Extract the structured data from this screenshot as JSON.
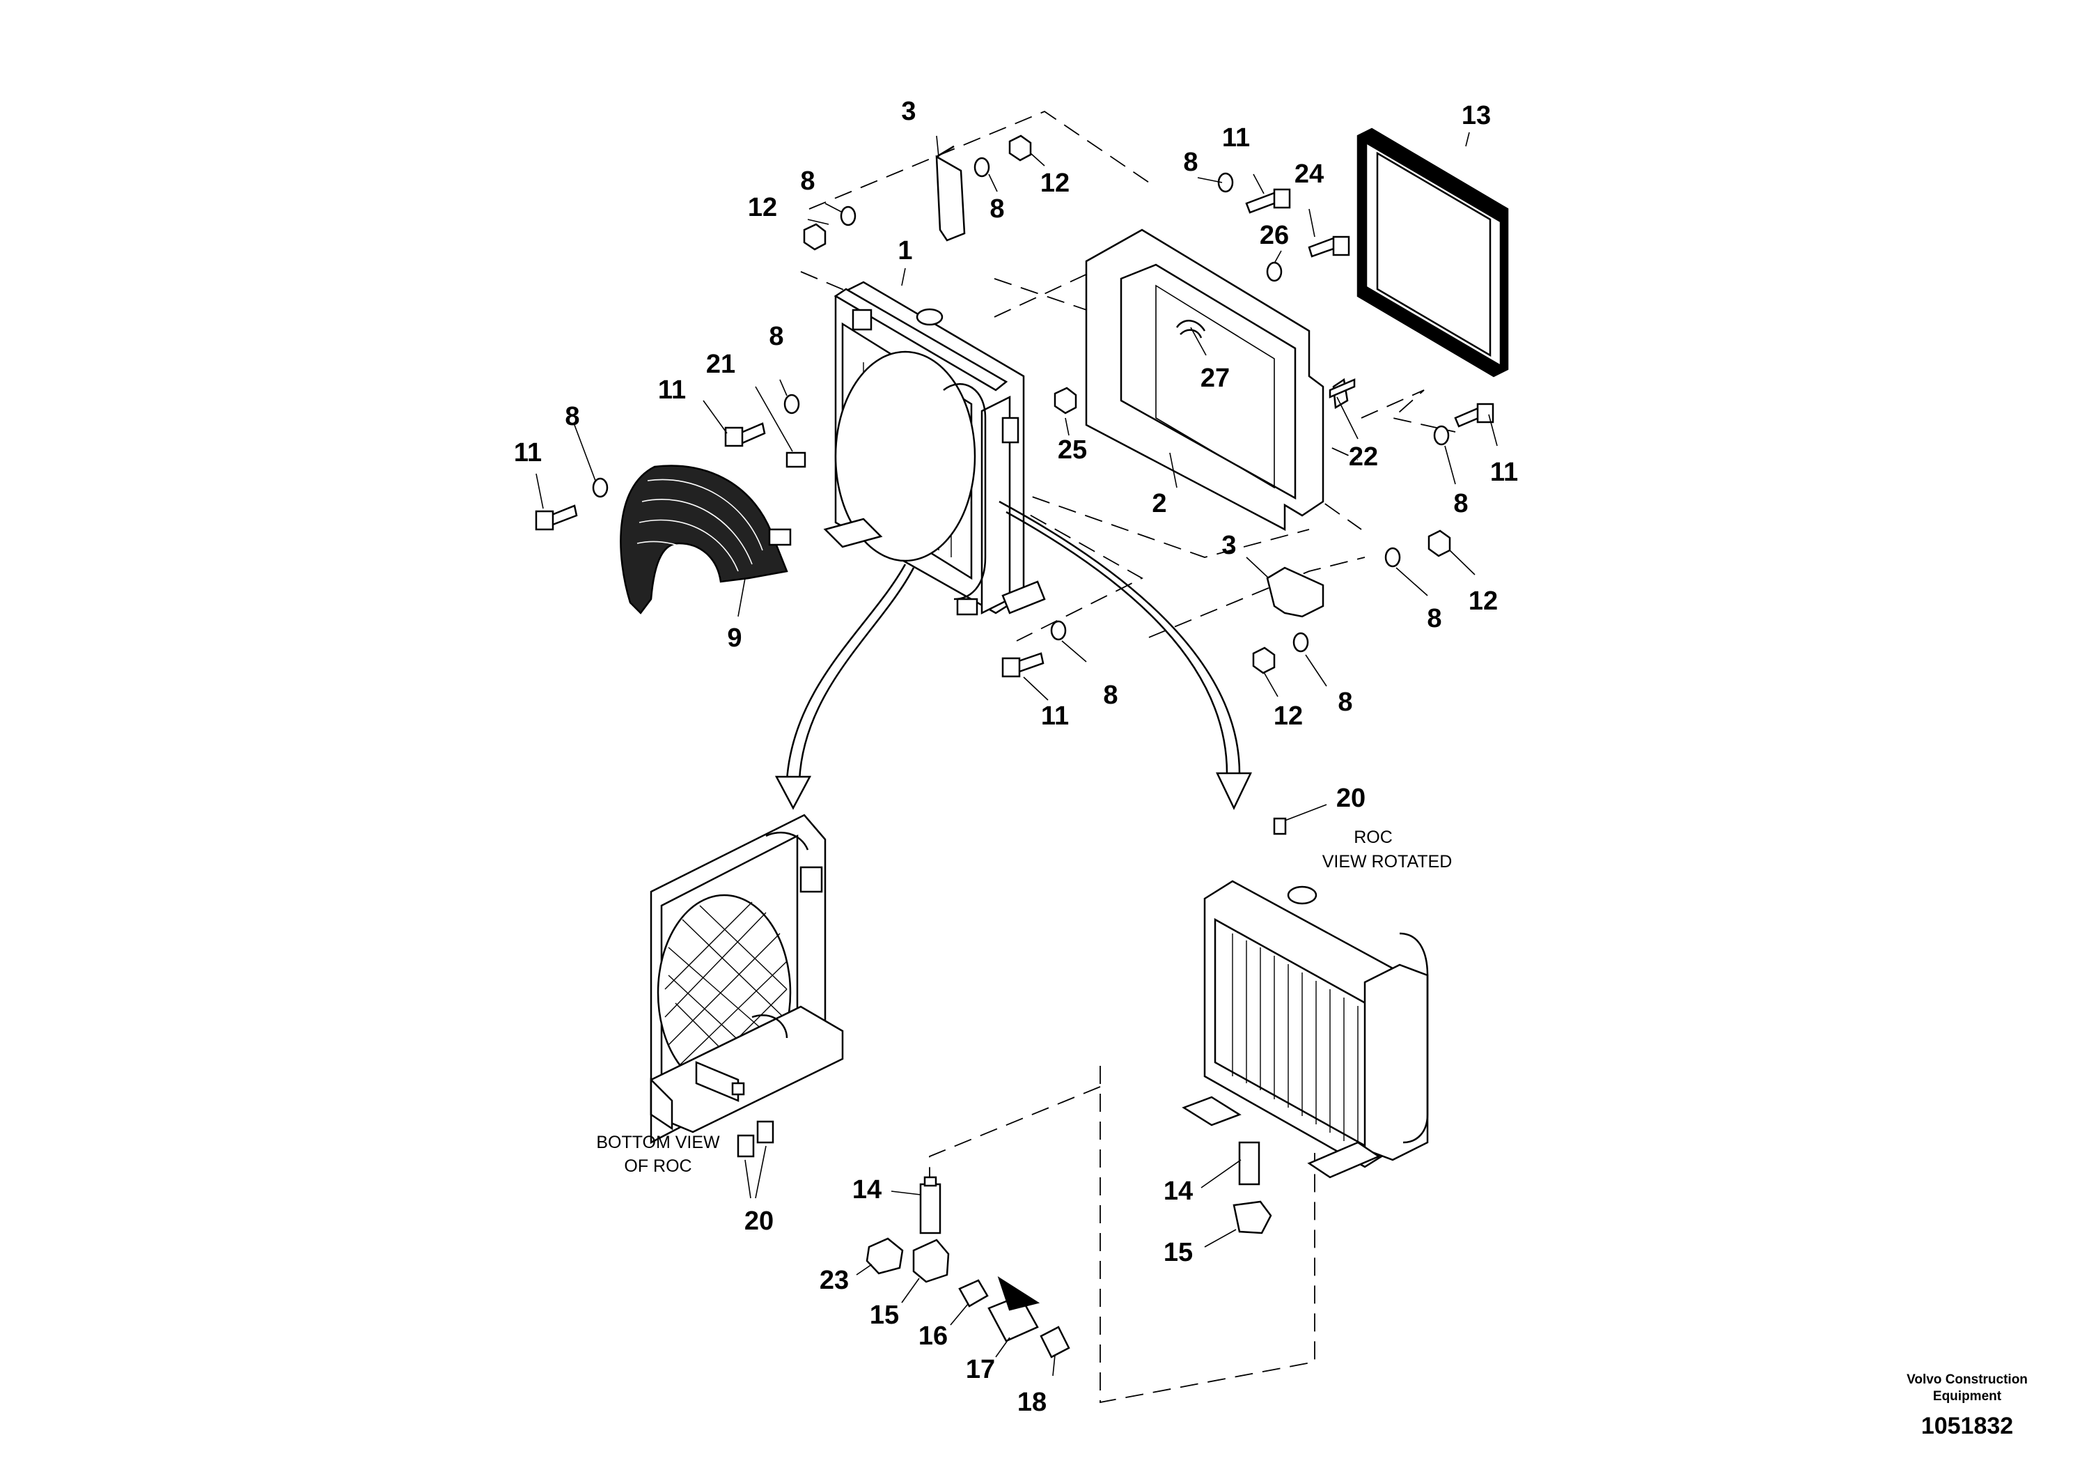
{
  "callouts": [
    {
      "id": "c3a",
      "text": "3"
    },
    {
      "id": "c8a",
      "text": "8"
    },
    {
      "id": "c12a",
      "text": "12"
    },
    {
      "id": "c8b",
      "text": "8"
    },
    {
      "id": "c12b",
      "text": "12"
    },
    {
      "id": "c1",
      "text": "1"
    },
    {
      "id": "c11a",
      "text": "11"
    },
    {
      "id": "c8c",
      "text": "8"
    },
    {
      "id": "c24",
      "text": "24"
    },
    {
      "id": "c26",
      "text": "26"
    },
    {
      "id": "c13",
      "text": "13"
    },
    {
      "id": "c21",
      "text": "21"
    },
    {
      "id": "c8d",
      "text": "8"
    },
    {
      "id": "c11b",
      "text": "11"
    },
    {
      "id": "c8e",
      "text": "8"
    },
    {
      "id": "c11c",
      "text": "11"
    },
    {
      "id": "c9",
      "text": "9"
    },
    {
      "id": "c25",
      "text": "25"
    },
    {
      "id": "c27",
      "text": "27"
    },
    {
      "id": "c2",
      "text": "2"
    },
    {
      "id": "c22",
      "text": "22"
    },
    {
      "id": "c11d",
      "text": "11"
    },
    {
      "id": "c8f",
      "text": "8"
    },
    {
      "id": "c3b",
      "text": "3"
    },
    {
      "id": "c12c",
      "text": "12"
    },
    {
      "id": "c8g",
      "text": "8"
    },
    {
      "id": "c11e",
      "text": "11"
    },
    {
      "id": "c8h",
      "text": "8"
    },
    {
      "id": "c12d",
      "text": "12"
    },
    {
      "id": "c8i",
      "text": "8"
    },
    {
      "id": "c20a",
      "text": "20"
    },
    {
      "id": "c20b",
      "text": "20"
    },
    {
      "id": "c14a",
      "text": "14"
    },
    {
      "id": "c23",
      "text": "23"
    },
    {
      "id": "c15a",
      "text": "15"
    },
    {
      "id": "c16",
      "text": "16"
    },
    {
      "id": "c17",
      "text": "17"
    },
    {
      "id": "c18",
      "text": "18"
    },
    {
      "id": "c14b",
      "text": "14"
    },
    {
      "id": "c15b",
      "text": "15"
    }
  ],
  "captions": {
    "roc_line1": "ROC",
    "roc_line2": "VIEW ROTATED",
    "bottom_line1": "BOTTOM VIEW",
    "bottom_line2": "OF ROC"
  },
  "footer": {
    "brand_line1": "Volvo Construction",
    "brand_line2": "Equipment",
    "document_number": "1051832"
  }
}
